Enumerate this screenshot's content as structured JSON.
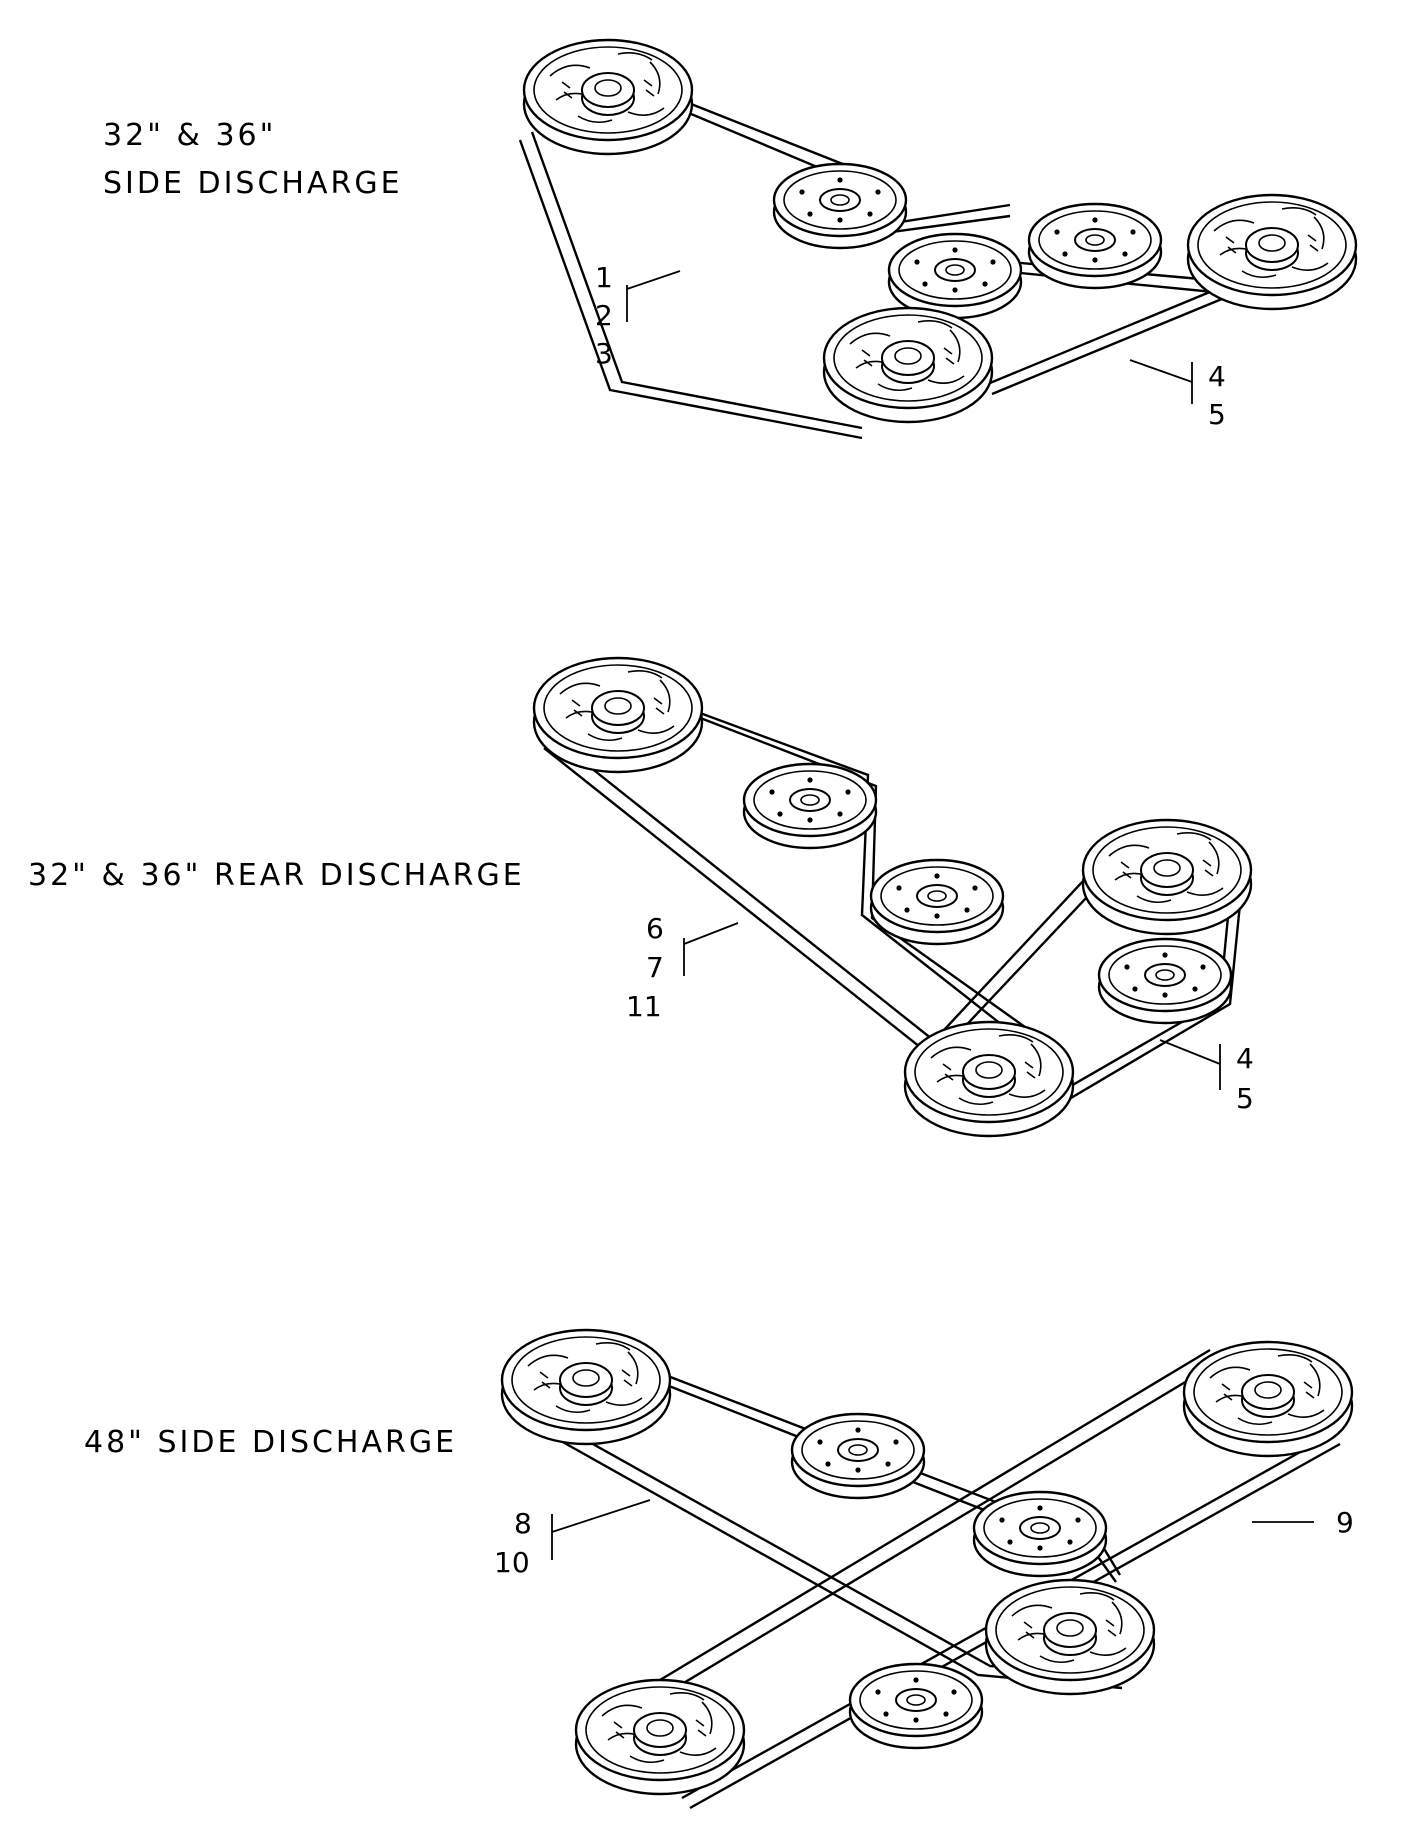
{
  "sections": [
    {
      "id": "s1",
      "title_lines": [
        "32\" & 36\"",
        "SIDE DISCHARGE"
      ],
      "callouts": [
        {
          "group": "g1",
          "labels": [
            "1",
            "2",
            "3"
          ]
        },
        {
          "group": "g2",
          "labels": [
            "4",
            "5"
          ]
        }
      ]
    },
    {
      "id": "s2",
      "title_lines": [
        "32\" & 36\" REAR DISCHARGE"
      ],
      "callouts": [
        {
          "group": "g1",
          "labels": [
            "6",
            "7",
            "11"
          ]
        },
        {
          "group": "g2",
          "labels": [
            "4",
            "5"
          ]
        }
      ]
    },
    {
      "id": "s3",
      "title_lines": [
        "48\" SIDE DISCHARGE"
      ],
      "callouts": [
        {
          "group": "g1",
          "labels": [
            "8",
            "10"
          ]
        },
        {
          "group": "g2",
          "labels": [
            "9"
          ]
        }
      ]
    }
  ],
  "pulley_types": {
    "spindle": "spindle-pulley-icon",
    "idler": "idler-pulley-icon"
  }
}
